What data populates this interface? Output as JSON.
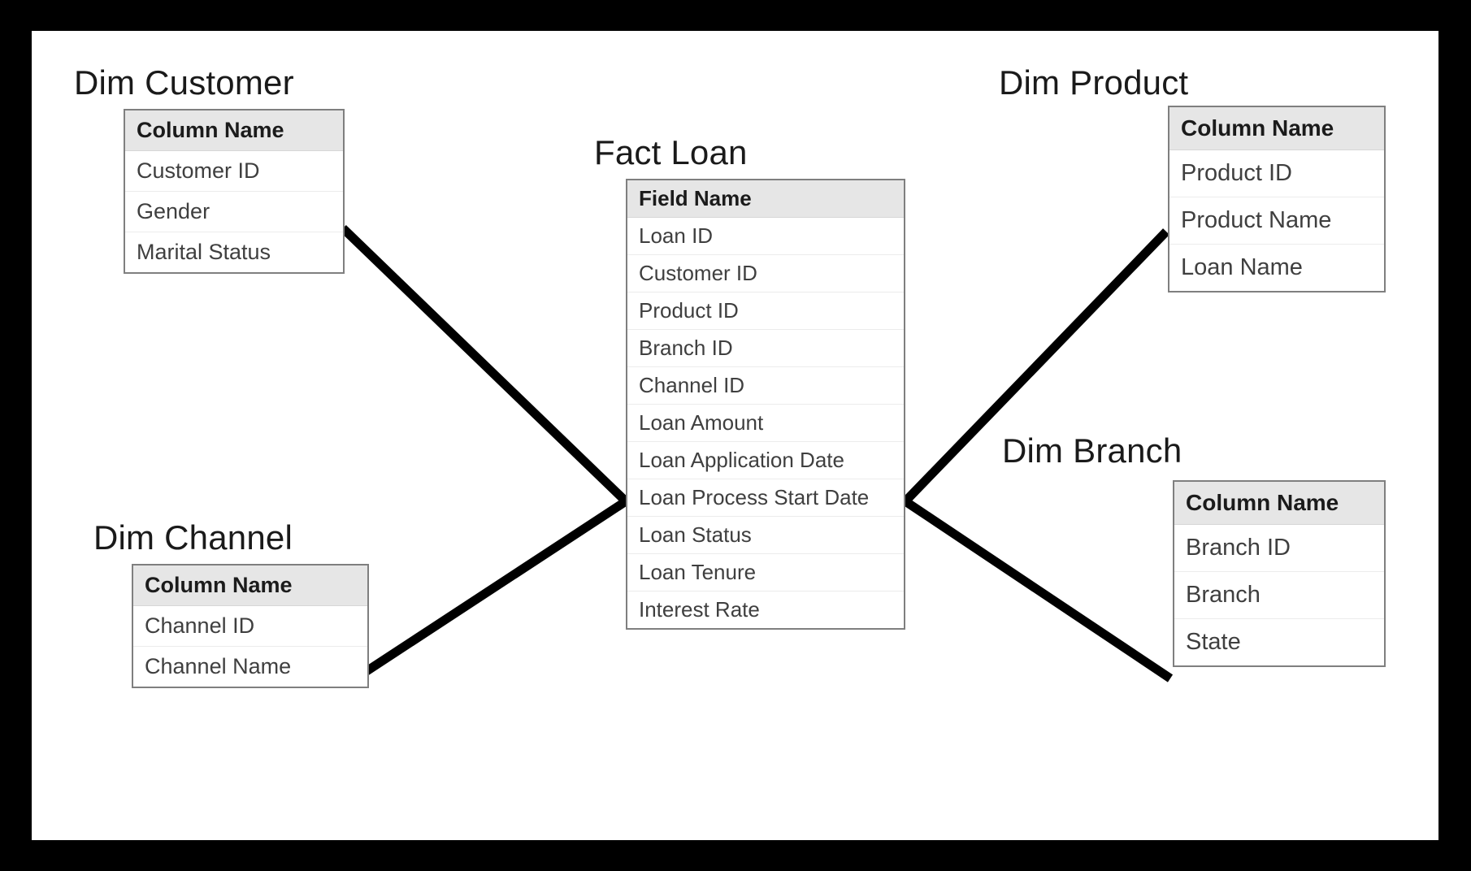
{
  "diagram": {
    "type": "star-schema",
    "title_font_color": "#1a1a1a",
    "header_fill": "#e6e6e6",
    "table_border": "#7f7f7f",
    "connector_color": "#000000",
    "page_background": "#ffffff",
    "frame_color": "#000000"
  },
  "nodes": {
    "dim_customer": {
      "title": "Dim Customer",
      "header": "Column Name",
      "rows": [
        "Customer ID",
        "Gender",
        "Marital Status"
      ]
    },
    "dim_channel": {
      "title": "Dim Channel",
      "header": "Column Name",
      "rows": [
        "Channel ID",
        "Channel Name"
      ]
    },
    "fact_loan": {
      "title": "Fact Loan",
      "header": "Field Name",
      "rows": [
        "Loan ID",
        "Customer ID",
        "Product ID",
        "Branch ID",
        "Channel ID",
        "Loan Amount",
        "Loan Application Date",
        "Loan Process Start Date",
        "Loan Status",
        "Loan Tenure",
        "Interest Rate"
      ]
    },
    "dim_product": {
      "title": "Dim Product",
      "header": "Column Name",
      "rows": [
        "Product ID",
        "Product Name",
        "Loan Name"
      ]
    },
    "dim_branch": {
      "title": "Dim Branch",
      "header": "Column Name",
      "rows": [
        "Branch ID",
        "Branch",
        "State"
      ]
    }
  },
  "relationships": [
    {
      "from": "dim_customer",
      "to": "fact_loan"
    },
    {
      "from": "dim_channel",
      "to": "fact_loan"
    },
    {
      "from": "fact_loan",
      "to": "dim_product"
    },
    {
      "from": "fact_loan",
      "to": "dim_branch"
    }
  ]
}
